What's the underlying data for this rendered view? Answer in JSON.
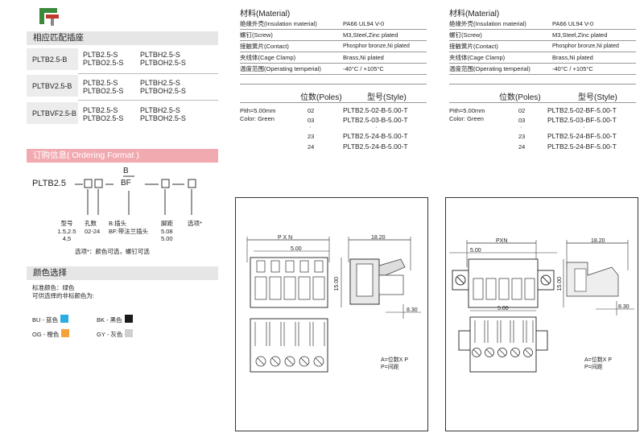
{
  "left": {
    "matching_title": "相应匹配插座",
    "matching": [
      {
        "model": "PLTB2.5-B",
        "col1": [
          "PLTB2.5-S",
          "PLTBO2.5-S"
        ],
        "col2": [
          "PLTBH2.5-S",
          "PLTBOH2.5-S"
        ]
      },
      {
        "model": "PLTBV2.5-B",
        "col1": [
          "PLTB2.5-S",
          "PLTBO2.5-S"
        ],
        "col2": [
          "PLTBH2.5-S",
          "PLTBOH2.5-S"
        ]
      },
      {
        "model": "PLTBVF2.5-B",
        "col1": [
          "PLTB2.5-S",
          "PLTBO2.5-S"
        ],
        "col2": [
          "PLTBH2.5-S",
          "PLTBOH2.5-S"
        ]
      }
    ],
    "ordering_title": "订购信息( Ordering  Format )",
    "ordering": {
      "prefix": "PLTB2.5",
      "style_top": "B",
      "style_bottom": "BF",
      "labels": {
        "type": [
          "型号",
          "1.5,2.5",
          "4,5"
        ],
        "poles": [
          "孔数",
          "02-24"
        ],
        "style": [
          "B:插头",
          "BF:带法兰插头"
        ],
        "pitch": [
          "脚距",
          "5.08",
          "5.00"
        ],
        "option": [
          "选项*"
        ]
      },
      "note": "选项*：颜色可选，螺钉可选"
    },
    "color_title": "颜色选择",
    "color_std": "标准颜色：绿色",
    "color_other": "可供选择的非标颜色为:",
    "colors": [
      {
        "label": "BU - 蓝色",
        "hex": "#29aee4"
      },
      {
        "label": "BK - 黑色",
        "hex": "#1a1a1a"
      },
      {
        "label": "OG - 橙色",
        "hex": "#f6a13a"
      },
      {
        "label": "GY - 灰色",
        "hex": "#cfcfcf"
      }
    ]
  },
  "panels": [
    {
      "material_rows": [
        [
          "材料(Material)",
          ""
        ],
        [
          "绝缘外壳(Insulation material)",
          "PA66 UL94 V-0"
        ],
        [
          "螺钉(Screw)",
          "M3,Steel,Zinc plated"
        ],
        [
          "接触簧片(Contact)",
          "Phosphor bronze,Ni plated"
        ],
        [
          "夹线体(Cage Clamp)",
          "Brass,Ni plated"
        ],
        [
          "温度范围(Operating temperial)",
          "-40°C / +105°C"
        ]
      ],
      "poles_header": "位数(Poles)",
      "style_header": "型号(Style)",
      "pith": "Pith=5.00mm",
      "color": "Color: Green",
      "models": [
        {
          "poles": "02",
          "style": "PLTB2.5-02-B-5.00-T"
        },
        {
          "poles": "03",
          "style": "PLTB2.5-03-B-5.00-T"
        },
        {
          "poles": "23",
          "style": "PLTB2.5-24-B-5.00-T"
        },
        {
          "poles": "24",
          "style": "PLTB2.5-24-B-5.00-T"
        }
      ],
      "drawing": {
        "pxn": "P X N",
        "dim_5": "5.00",
        "dim_18": "18.20",
        "dim_15": "15.00",
        "dim_8": "8.30",
        "note1": "A=位数X P",
        "note2": "P=间距"
      }
    },
    {
      "material_rows": [
        [
          "材料(Material)",
          ""
        ],
        [
          "绝缘外壳(Insulation material)",
          "PA66 UL94 V-0"
        ],
        [
          "螺钉(Screw)",
          "M3,Steel,Zinc plated"
        ],
        [
          "接触簧片(Contact)",
          "Phosphor bronze,Ni plated"
        ],
        [
          "夹线体(Cage Clamp)",
          "Brass,Ni plated"
        ],
        [
          "温度范围(Operating temperial)",
          "-40°C / +105°C"
        ]
      ],
      "poles_header": "位数(Poles)",
      "style_header": "型号(Style)",
      "pith": "Pith=5.00mm",
      "color": "Color: Green",
      "models": [
        {
          "poles": "02",
          "style": "PLTB2.5-02-BF-5.00-T"
        },
        {
          "poles": "03",
          "style": "PLTB2.5-03-BF-5.00-T"
        },
        {
          "poles": "23",
          "style": "PLTB2.5-24-BF-5.00-T"
        },
        {
          "poles": "24",
          "style": "PLTB2.5-24-BF-5.00-T"
        }
      ],
      "drawing": {
        "pxn": "PXN",
        "dim_5": "5.00",
        "dim_18": "18.20",
        "dim_15": "15.00",
        "dim_8": "8.30",
        "note1": "A=位数X P",
        "note2": "P=间距"
      }
    }
  ]
}
